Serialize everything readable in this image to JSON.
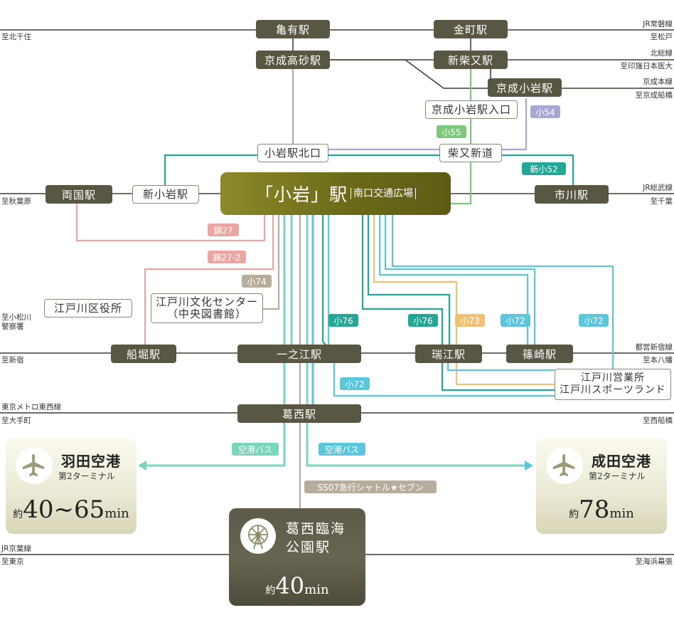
{
  "colors": {
    "rail": "#3e3e36",
    "station_dark": "#5a5644",
    "line_blue_purple": "#a8a6d2",
    "line_green": "#7ec87c",
    "line_teal": "#23a897",
    "line_pink": "#eba6a1",
    "line_tan": "#b7ad9c",
    "line_light_blue": "#5cc6dc",
    "line_yellow": "#f2c072",
    "line_mint": "#79d6bb"
  },
  "main_station": {
    "name": "「小岩」駅",
    "sub": "南口交通広場"
  },
  "stations": {
    "kameari": "亀有駅",
    "kanamachi": "金町駅",
    "keisei_takasago": "京成高砂駅",
    "shinshibamata": "新柴又駅",
    "keisei_koiwa": "京成小岩駅",
    "keisei_koiwa_iriguchi": "京成小岩駅入口",
    "koiwa_kitaguchi": "小岩駅北口",
    "shibamata_shindo": "柴又新道",
    "ryogoku": "両国駅",
    "shinkoiwa": "新小岩駅",
    "ichikawa": "市川駅",
    "edogawa_kuyakusho": "江戸川区役所",
    "bunka_center_line1": "江戸川文化センター",
    "bunka_center_line2": "（中央図書館）",
    "funabori": "船堀駅",
    "ichinoe": "一之江駅",
    "mizue": "瑞江駅",
    "shinozaki": "篠崎駅",
    "eigyosho_line1": "江戸川営業所",
    "eigyosho_line2": "江戸川スポーツランド",
    "kasai": "葛西駅"
  },
  "left_labels": {
    "kita_senju": "至北千住",
    "akihabara": "至秋葉原",
    "komatsugawa_1": "至小松川",
    "komatsugawa_2": "警察署",
    "shinjuku": "至新宿",
    "tozai_line": "東京メトロ東西線",
    "otemachi": "至大手町",
    "keiyo_line": "JR京葉線",
    "tokyo": "至東京"
  },
  "right_labels": {
    "joban_line": "JR常磐線",
    "matsudo": "至松戸",
    "hokuso_line": "北総線",
    "inzai": "至印旛日本医大",
    "keisei_line": "京成本線",
    "keisei_funabashi": "至京成船橋",
    "sobu_line": "JR総武線",
    "chiba": "至千葉",
    "toei_shinjuku_line": "都営新宿線",
    "motoyawata": "至本八幡",
    "nishi_funabashi": "至西船橋",
    "kaihin_makuhari": "至海浜幕張"
  },
  "bus_badges": {
    "ko54": "小54",
    "ko55": "小55",
    "shinko52": "新小52",
    "nishiki27": "錦27",
    "nishiki27_2": "錦27-2",
    "ko74": "小74",
    "ko76_a": "小76",
    "ko76_b": "小76",
    "ko73": "小73",
    "ko72_a": "小72",
    "ko72_b": "小72",
    "ko72_c": "小72",
    "airport_bus_left": "空港バス",
    "airport_bus_right": "空港バス",
    "shuttle": "SS07急行シャトル★セブン"
  },
  "haneda": {
    "name": "羽田空港",
    "terminal": "第2ターミナル",
    "prefix": "約",
    "time": "40~65",
    "unit": "min"
  },
  "narita": {
    "name": "成田空港",
    "terminal": "第2ターミナル",
    "prefix": "約",
    "time": "78",
    "unit": "min"
  },
  "kasai_rinkai": {
    "line1": "葛西臨海",
    "line2": "公園駅",
    "prefix": "約",
    "time": "40",
    "unit": "min"
  }
}
